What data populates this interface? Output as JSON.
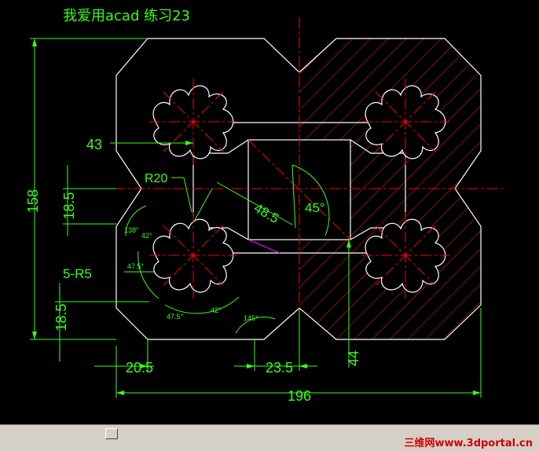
{
  "title": "我爱用acad 练习23",
  "watermark": "三维网www.3dportal.cn",
  "colors": {
    "outline": "#ffffff",
    "dimension": "#39ff14",
    "center": "#ff0000",
    "hatch": "#ff2020",
    "accent": "#ff00ff"
  },
  "dimensions": {
    "width_196": "196",
    "height_158": "158",
    "left_43": "43",
    "radius_r20": "R20",
    "vertical_18_5_top": "18.5",
    "vertical_18_5_bottom": "18.5",
    "diagonal_48_5": "48.5",
    "angle_45": "45°",
    "angle_138": "138°",
    "angle_42_top": "42°",
    "angle_47_5_left": "47.5°",
    "lobes_5_r5": "5-R5",
    "angle_47_5_bottom": "47.5°",
    "angle_42_bottom": "42°",
    "angle_145": "145°",
    "bottom_20_5": "20.5",
    "bottom_23_5": "23.5",
    "right_44": "44"
  }
}
